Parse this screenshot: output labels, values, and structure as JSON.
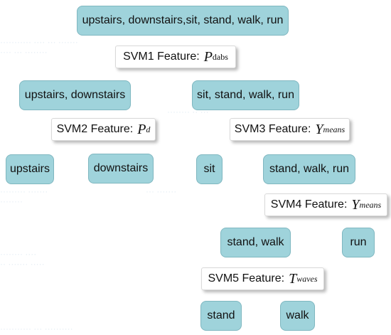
{
  "nodes": {
    "root": "upstairs, downstairs,sit, stand, walk, run",
    "updown": "upstairs, downstairs",
    "static": "sit, stand, walk, run",
    "upstairs": "upstairs",
    "downstairs": "downstairs",
    "sit": "sit",
    "standwalkrun": "stand, walk, run",
    "standwalk": "stand, walk",
    "run": "run",
    "stand": "stand",
    "walk": "walk"
  },
  "features": {
    "svm1": {
      "label": "SVM1 Feature:",
      "symbol": "P",
      "sub": "dabs"
    },
    "svm2": {
      "label": "SVM2 Feature:",
      "symbol": "P",
      "sub": "d"
    },
    "svm3": {
      "label": "SVM3 Feature:",
      "symbol": "Y",
      "sub": "means"
    },
    "svm4": {
      "label": "SVM4 Feature:",
      "symbol": "Y",
      "sub": "means"
    },
    "svm5": {
      "label": "SVM5 Feature:",
      "symbol": "T",
      "sub": "waves"
    }
  }
}
